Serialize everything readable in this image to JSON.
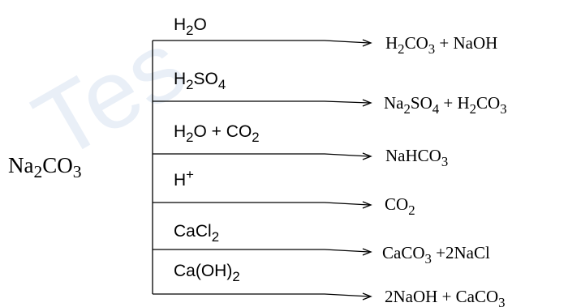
{
  "source": [
    {
      "t": "Na"
    },
    {
      "t": "2",
      "sub": true
    },
    {
      "t": "CO"
    },
    {
      "t": "3",
      "sub": true
    }
  ],
  "reactions": [
    {
      "reagent": [
        {
          "t": "H"
        },
        {
          "t": "2",
          "sub": true
        },
        {
          "t": "O"
        }
      ],
      "product": [
        {
          "t": "H"
        },
        {
          "t": "2",
          "sub": true
        },
        {
          "t": "CO"
        },
        {
          "t": "3",
          "sub": true
        },
        {
          "t": " + NaOH"
        }
      ]
    },
    {
      "reagent": [
        {
          "t": "H"
        },
        {
          "t": "2",
          "sub": true
        },
        {
          "t": "SO"
        },
        {
          "t": "4",
          "sub": true
        }
      ],
      "product": [
        {
          "t": "Na"
        },
        {
          "t": "2",
          "sub": true
        },
        {
          "t": "SO"
        },
        {
          "t": "4",
          "sub": true
        },
        {
          "t": " + H"
        },
        {
          "t": "2",
          "sub": true
        },
        {
          "t": "CO"
        },
        {
          "t": "3",
          "sub": true
        }
      ]
    },
    {
      "reagent": [
        {
          "t": "H"
        },
        {
          "t": "2",
          "sub": true
        },
        {
          "t": "O + CO"
        },
        {
          "t": "2",
          "sub": true
        }
      ],
      "product": [
        {
          "t": "NaHCO"
        },
        {
          "t": "3",
          "sub": true
        }
      ]
    },
    {
      "reagent": [
        {
          "t": "H"
        },
        {
          "t": "+",
          "sup": true
        }
      ],
      "product": [
        {
          "t": "CO"
        },
        {
          "t": "2",
          "sub": true
        }
      ]
    },
    {
      "reagent": [
        {
          "t": "CaCl"
        },
        {
          "t": "2",
          "sub": true
        }
      ],
      "product": [
        {
          "t": "CaCO"
        },
        {
          "t": "3",
          "sub": true
        },
        {
          "t": " +2NaCl"
        }
      ]
    },
    {
      "reagent": [
        {
          "t": "Ca(OH)"
        },
        {
          "t": "2",
          "sub": true
        }
      ],
      "product": [
        {
          "t": "2NaOH + CaCO"
        },
        {
          "t": "3",
          "sub": true
        }
      ]
    }
  ],
  "watermark": "Tes"
}
